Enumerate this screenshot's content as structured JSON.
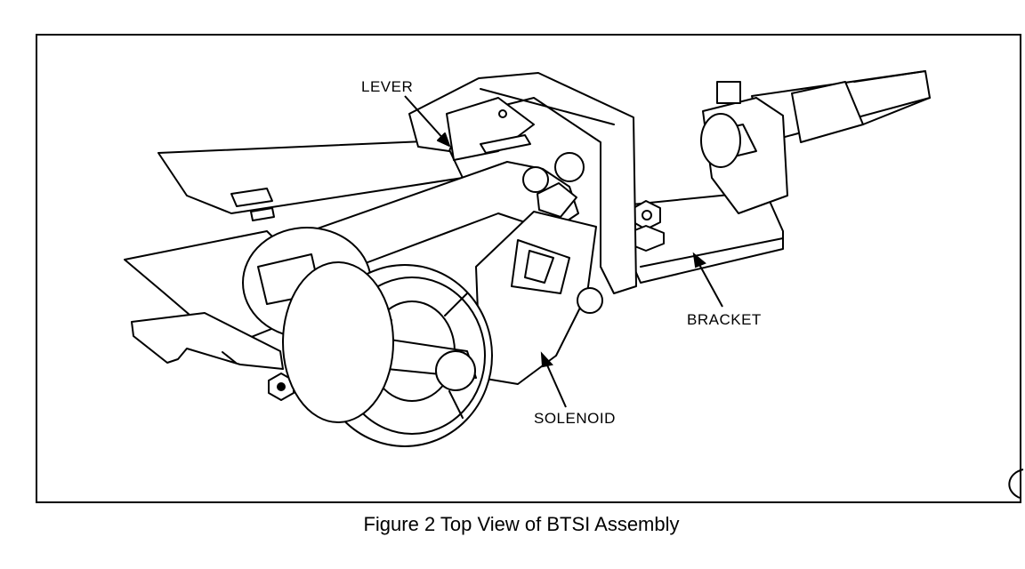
{
  "labels": {
    "lever": "LEVER",
    "bracket": "BRACKET",
    "solenoid": "SOLENOID"
  },
  "caption": "Figure 2  Top View of BTSI Assembly"
}
